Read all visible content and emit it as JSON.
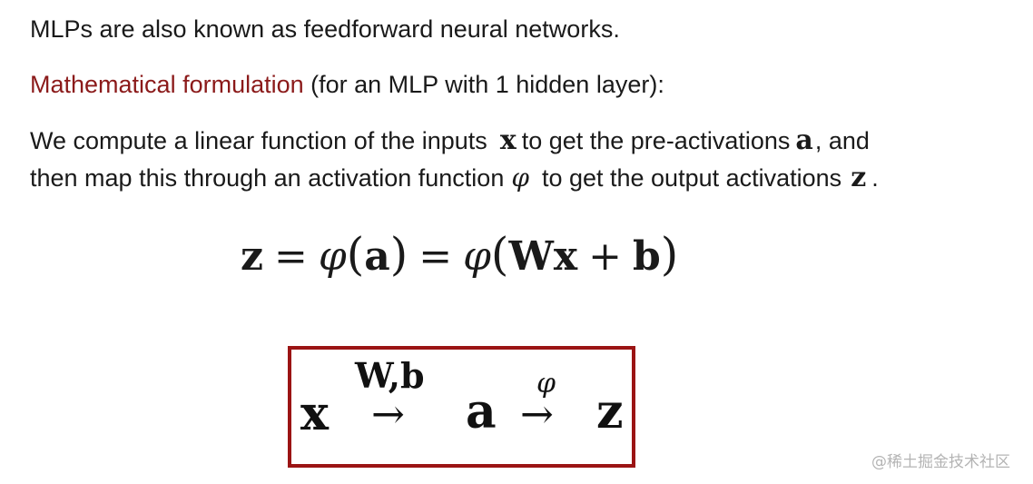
{
  "paragraphs": {
    "line1": "MLPs are also known as feedforward neural networks.",
    "line2_highlight": "Mathematical formulation",
    "line2_rest": " (for an MLP with 1 hidden layer):",
    "line3_part1": "We compute a linear function of the inputs",
    "line3_var_x": "x",
    "line3_part2": "to get the pre-activations",
    "line3_var_a": "a",
    "line3_part3": ",  and",
    "line4_part1": "then map this through an activation function",
    "line4_var_phi": "φ",
    "line4_part2": "to get the output activations",
    "line4_var_z": "z",
    "line4_part3": "."
  },
  "equation": {
    "z": "z",
    "eq1": "=",
    "phi1": "φ",
    "lp1": "(",
    "a": "a",
    "rp1": ")",
    "eq2": "=",
    "phi2": "φ",
    "lp2": "(",
    "W": "W",
    "x": "x",
    "plus": "+",
    "b": "b",
    "rp2": ")"
  },
  "diagram": {
    "x": "x",
    "arrow1_label": "W,b",
    "arrow1": "→",
    "a": "a",
    "arrow2_label": "φ",
    "arrow2": "→",
    "z": "z"
  },
  "watermark": "@稀土掘金技术社区",
  "colors": {
    "accent_text": "#8b1a1a",
    "box_border": "#9b1414",
    "watermark": "#b4b4b4"
  }
}
